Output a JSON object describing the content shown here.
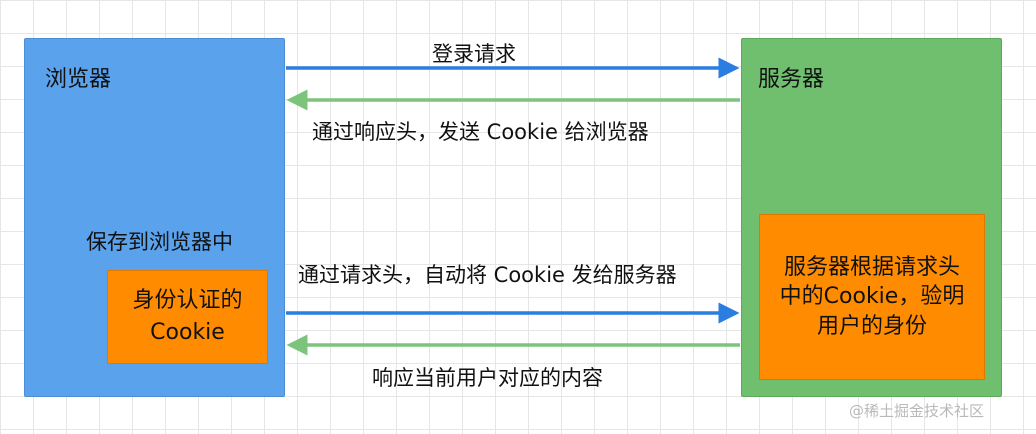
{
  "browser": {
    "title": "浏览器",
    "color": "#5aa2ec",
    "save_label": "保存到浏览器中",
    "cookie_box": "身份认证的Cookie"
  },
  "server": {
    "title": "服务器",
    "color": "#6fbf6f",
    "validate_box": "服务器根据请求头中的Cookie，验明用户的身份"
  },
  "arrows": {
    "login_request": "登录请求",
    "response_set_cookie": "通过响应头，发送 Cookie 给浏览器",
    "request_with_cookie": "通过请求头，自动将 Cookie 发给服务器",
    "response_content": "响应当前用户对应的内容"
  },
  "colors": {
    "request_arrow": "#2a7de1",
    "response_arrow": "#7cc47c",
    "highlight_box": "#ff8c00"
  },
  "watermark": "@稀土掘金技术社区"
}
